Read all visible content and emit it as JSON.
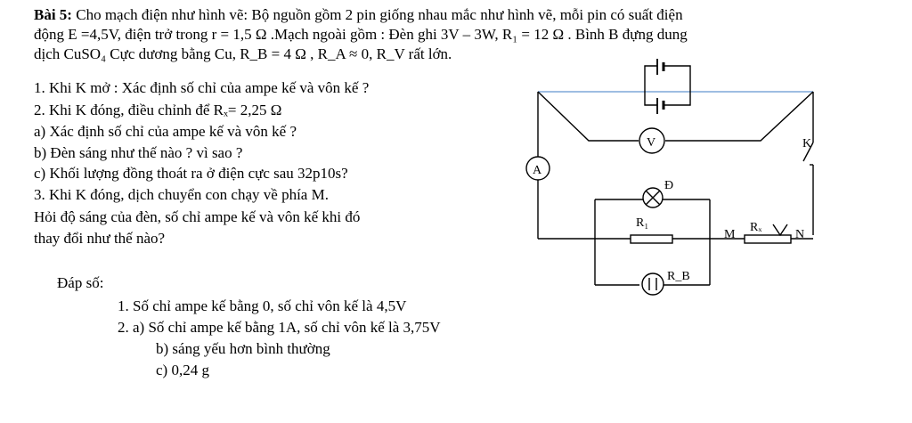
{
  "problem": {
    "heading": "Bài 5:",
    "line1": "Cho mạch điện như hình vẽ: Bộ nguồn gồm 2 pin giống nhau mắc như hình vẽ, mỗi pin có suất điện",
    "line2": "động E =4,5V, điện trở trong r = 1,5 Ω .Mạch ngoài gồm : Đèn ghi 3V – 3W, R₁ = 12 Ω . Bình B đựng dung",
    "line3": "dịch CuSO₄ Cực dương bằng Cu, R_B = 4 Ω , R_A ≈ 0, R_V rất lớn."
  },
  "questions": [
    "1.  Khi K mở : Xác định số chỉ của ampe kế và vôn kế ?",
    "2.  Khi K đóng, điều chỉnh để Rₓ= 2,25 Ω",
    "a) Xác định số chỉ của ampe kế và vôn kế ?",
    "b) Đèn sáng như thế nào ? vì sao ?",
    "c) Khối lượng đồng thoát ra ở điện cực sau 32p10s?",
    "3.  Khi K đóng, dịch chuyển con chạy về phía M.",
    "Hỏi độ sáng của đèn, số chỉ ampe kế và vôn kế khi đó",
    "thay đổi như thế nào?"
  ],
  "answers": {
    "heading": "Đáp số:",
    "item1": "1.   Số chỉ ampe kế bằng 0, số chỉ vôn kế là 4,5V",
    "item2": "2.   a) Số chỉ ampe kế bằng 1A, số chỉ vôn kế là 3,75V",
    "item2b": "b) sáng yếu hơn bình thường",
    "item2c": "c) 0,24 g"
  },
  "diagram": {
    "voltmeter": "V",
    "ammeter": "A",
    "lamp": "Đ",
    "switch": "K",
    "resistor1": "R₁",
    "rheostat": "Rₓ",
    "node_m": "M",
    "node_n": "N",
    "cell_label": "R_B"
  }
}
